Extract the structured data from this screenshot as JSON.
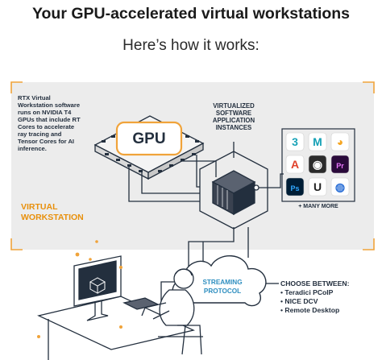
{
  "header": {
    "title": "Your GPU-accelerated virtual workstations",
    "subtitle": "Here’s how it works:"
  },
  "diagram": {
    "description_lines": [
      "RTX Virtual",
      "Workstation software",
      "runs on NVIDIA T4",
      "GPUs that include RT",
      "Cores to accelerate",
      "ray tracing and",
      "Tensor Cores for AI",
      "inference."
    ],
    "gpu_label": "GPU",
    "section_label_lines": [
      "VIRTUAL",
      "WORKSTATION"
    ],
    "instances_label_lines": [
      "VIRTUALIZED",
      "SOFTWARE",
      "APPLICATION",
      "INSTANCES"
    ],
    "app_icons": [
      {
        "name": "3dsmax-icon",
        "glyph": "3",
        "bg": "#ffffff",
        "fg": "#1aa3b8"
      },
      {
        "name": "maya-icon",
        "glyph": "M",
        "bg": "#ffffff",
        "fg": "#14a0b5"
      },
      {
        "name": "blender-icon",
        "glyph": "◕",
        "bg": "#ffffff",
        "fg": "#f5a623"
      },
      {
        "name": "autocad-icon",
        "glyph": "A",
        "bg": "#ffffff",
        "fg": "#e0402a"
      },
      {
        "name": "cinema4d-icon",
        "glyph": "◉",
        "bg": "#2b2b2b",
        "fg": "#ffffff"
      },
      {
        "name": "premiere-icon",
        "glyph": "Pr",
        "bg": "#2a0a3a",
        "fg": "#ea77ff"
      },
      {
        "name": "photoshop-icon",
        "glyph": "Ps",
        "bg": "#001e36",
        "fg": "#31a8ff"
      },
      {
        "name": "unreal-icon",
        "glyph": "U",
        "bg": "#ffffff",
        "fg": "#222222"
      },
      {
        "name": "keyshot-icon",
        "glyph": "◍",
        "bg": "#ffffff",
        "fg": "#2b6fd6"
      }
    ],
    "more_label": "+ MANY MORE",
    "streaming_label_lines": [
      "STREAMING",
      "PROTOCOL"
    ],
    "choose_title": "CHOOSE BETWEEN:",
    "choose_options": [
      "• Teradici PCoIP",
      "• NICE DCV",
      "• Remote Desktop"
    ],
    "colors": {
      "accent": "#f0a33a",
      "dark": "#232f3e",
      "panel": "#ececec",
      "instances": "#e8900c"
    }
  }
}
